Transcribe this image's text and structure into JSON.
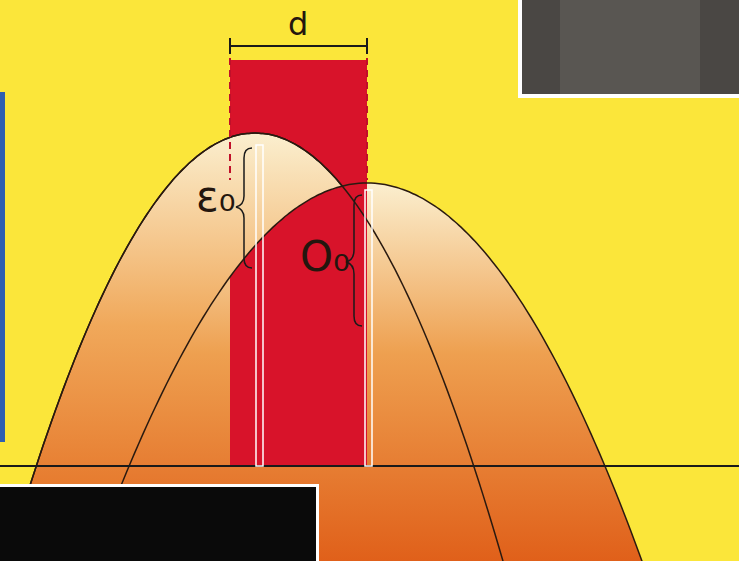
{
  "diagram": {
    "labels": [
      "d",
      "ε₀",
      "O₀"
    ]
  }
}
